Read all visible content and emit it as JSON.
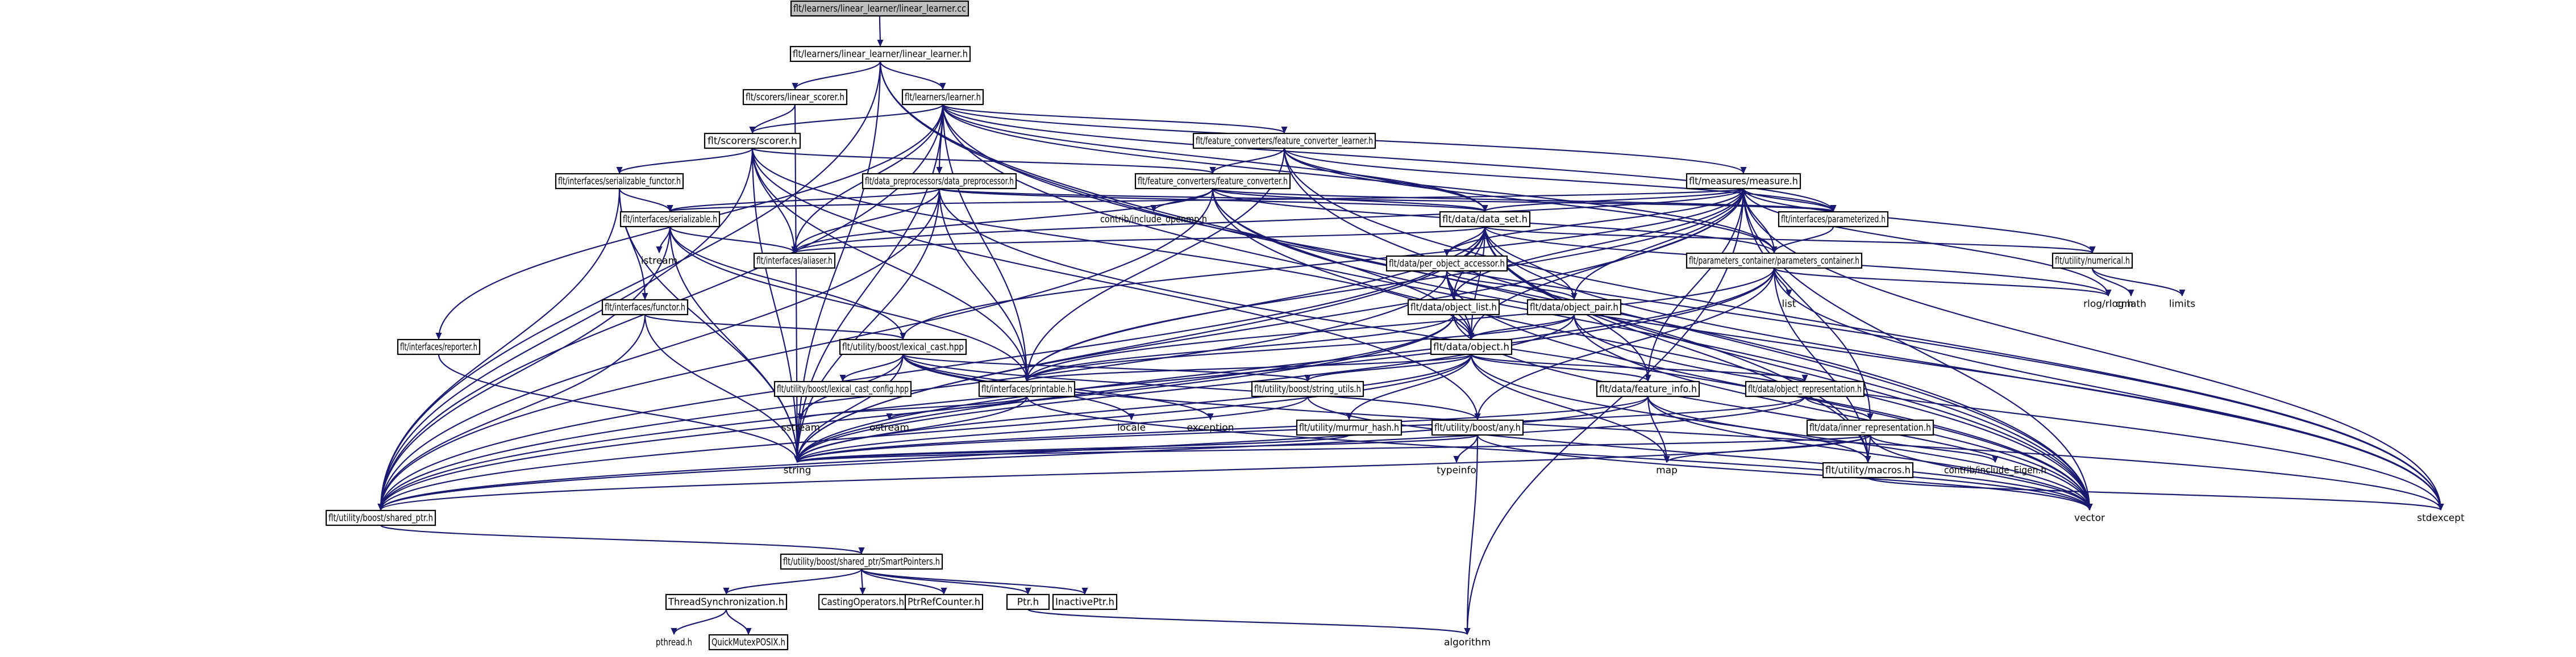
{
  "colors": {
    "edge": "#191970",
    "focus_fill": "#bfbfbf",
    "node_fill": "#ffffff",
    "node_border": "#000000"
  },
  "nodes": [
    {
      "id": "n0",
      "label": "flt/learners/linear_learner/linear_learner.cc",
      "kind": "focus"
    },
    {
      "id": "n1",
      "label": "flt/learners/linear_learner/linear_learner.h",
      "kind": "file"
    },
    {
      "id": "n2",
      "label": "flt/scorers/linear_scorer.h",
      "kind": "file"
    },
    {
      "id": "n3",
      "label": "flt/learners/learner.h",
      "kind": "file"
    },
    {
      "id": "n4",
      "label": "flt/scorers/scorer.h",
      "kind": "file"
    },
    {
      "id": "n5",
      "label": "flt/feature_converters/feature_converter_learner.h",
      "kind": "file"
    },
    {
      "id": "n6",
      "label": "flt/interfaces/serializable_functor.h",
      "kind": "file"
    },
    {
      "id": "n7",
      "label": "flt/data_preprocessors/data_preprocessor.h",
      "kind": "file"
    },
    {
      "id": "n8",
      "label": "flt/feature_converters/feature_converter.h",
      "kind": "file"
    },
    {
      "id": "n9",
      "label": "flt/measures/measure.h",
      "kind": "file"
    },
    {
      "id": "n10",
      "label": "flt/interfaces/serializable.h",
      "kind": "file"
    },
    {
      "id": "n11",
      "label": "flt/data/data_set.h",
      "kind": "file"
    },
    {
      "id": "n12",
      "label": "flt/interfaces/parameterized.h",
      "kind": "file"
    },
    {
      "id": "n13",
      "label": "flt/interfaces/aliaser.h",
      "kind": "file"
    },
    {
      "id": "n14",
      "label": "flt/parameters_container/parameters_container.h",
      "kind": "file"
    },
    {
      "id": "n15",
      "label": "flt/utility/numerical.h",
      "kind": "file"
    },
    {
      "id": "n16",
      "label": "flt/data/per_object_accessor.h",
      "kind": "file"
    },
    {
      "id": "n17",
      "label": "flt/interfaces/functor.h",
      "kind": "file"
    },
    {
      "id": "n18",
      "label": "flt/data/object_list.h",
      "kind": "file"
    },
    {
      "id": "n19",
      "label": "flt/data/object_pair.h",
      "kind": "file"
    },
    {
      "id": "n20",
      "label": "flt/utility/boost/lexical_cast.hpp",
      "kind": "file"
    },
    {
      "id": "n21",
      "label": "flt/data/object.h",
      "kind": "file"
    },
    {
      "id": "n22",
      "label": "flt/interfaces/reporter.h",
      "kind": "file"
    },
    {
      "id": "n23",
      "label": "flt/utility/boost/lexical_cast_config.hpp",
      "kind": "file"
    },
    {
      "id": "n24",
      "label": "flt/interfaces/printable.h",
      "kind": "file"
    },
    {
      "id": "n25",
      "label": "flt/utility/boost/string_utils.h",
      "kind": "file"
    },
    {
      "id": "n26",
      "label": "flt/data/feature_info.h",
      "kind": "file"
    },
    {
      "id": "n27",
      "label": "flt/data/object_representation.h",
      "kind": "file"
    },
    {
      "id": "n28",
      "label": "flt/utility/murmur_hash.h",
      "kind": "file"
    },
    {
      "id": "n29",
      "label": "flt/utility/boost/any.h",
      "kind": "file"
    },
    {
      "id": "n30",
      "label": "flt/data/inner_representation.h",
      "kind": "file"
    },
    {
      "id": "n31",
      "label": "flt/utility/macros.h",
      "kind": "file"
    },
    {
      "id": "n32",
      "label": "flt/utility/boost/shared_ptr.h",
      "kind": "file"
    },
    {
      "id": "n33",
      "label": "flt/utility/boost/shared_ptr/SmartPointers.h",
      "kind": "file"
    },
    {
      "id": "n34",
      "label": "ThreadSynchronization.h",
      "kind": "file"
    },
    {
      "id": "n35",
      "label": "CastingOperators.h",
      "kind": "file"
    },
    {
      "id": "n36",
      "label": "PtrRefCounter.h",
      "kind": "file"
    },
    {
      "id": "n37",
      "label": "Ptr.h",
      "kind": "file"
    },
    {
      "id": "n38",
      "label": "InactivePtr.h",
      "kind": "file"
    },
    {
      "id": "n39",
      "label": "QuickMutexPOSIX.h",
      "kind": "file"
    },
    {
      "id": "n40",
      "label": "pthread.h",
      "kind": "sys"
    },
    {
      "id": "n41",
      "label": "algorithm",
      "kind": "sys"
    },
    {
      "id": "n42",
      "label": "string",
      "kind": "sys"
    },
    {
      "id": "n43",
      "label": "vector",
      "kind": "sys"
    },
    {
      "id": "n44",
      "label": "stdexcept",
      "kind": "sys"
    },
    {
      "id": "n45",
      "label": "sstream",
      "kind": "sys"
    },
    {
      "id": "n46",
      "label": "istream",
      "kind": "sys"
    },
    {
      "id": "n47",
      "label": "ostream",
      "kind": "sys"
    },
    {
      "id": "n48",
      "label": "locale",
      "kind": "sys"
    },
    {
      "id": "n49",
      "label": "exception",
      "kind": "sys"
    },
    {
      "id": "n50",
      "label": "map",
      "kind": "sys"
    },
    {
      "id": "n51",
      "label": "typeinfo",
      "kind": "sys"
    },
    {
      "id": "n52",
      "label": "contrib/include_Eigen.h",
      "kind": "sys"
    },
    {
      "id": "n53",
      "label": "contrib/include_openmp.h",
      "kind": "sys"
    },
    {
      "id": "n54",
      "label": "rlog/rlog.h",
      "kind": "sys"
    },
    {
      "id": "n55",
      "label": "list",
      "kind": "sys"
    },
    {
      "id": "n56",
      "label": "cmath",
      "kind": "sys"
    },
    {
      "id": "n57",
      "label": "limits",
      "kind": "sys"
    }
  ]
}
